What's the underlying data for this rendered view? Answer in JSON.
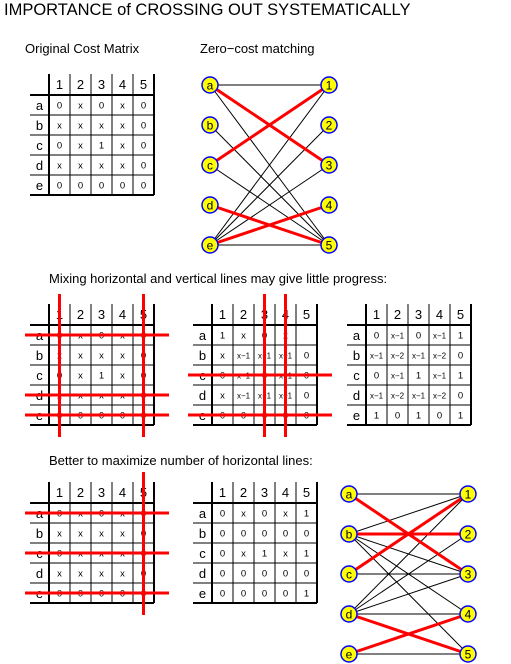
{
  "page": {
    "title": "IMPORTANCE of CROSSING OUT SYSTEMATICALLY",
    "label_original": "Original Cost Matrix",
    "label_zero_matching": "Zero−cost matching",
    "label_mixing": "Mixing horizontal and vertical lines may give little progress:",
    "label_better": "Better to maximize number of horizontal lines:"
  },
  "colors": {
    "ink": "#000000",
    "cross_line": "#ff0000",
    "node_fill": "#ffff00",
    "node_stroke": "#0000ff",
    "background": "#ffffff"
  },
  "col_headers": [
    "1",
    "2",
    "3",
    "4",
    "5"
  ],
  "row_headers": [
    "a",
    "b",
    "c",
    "d",
    "e"
  ],
  "matrices": [
    {
      "id": "original",
      "cells": [
        [
          "0",
          "x",
          "0",
          "x",
          "0"
        ],
        [
          "x",
          "x",
          "x",
          "x",
          "0"
        ],
        [
          "0",
          "x",
          "1",
          "x",
          "0"
        ],
        [
          "x",
          "x",
          "x",
          "x",
          "0"
        ],
        [
          "0",
          "0",
          "0",
          "0",
          "0"
        ]
      ],
      "cross_rows": [],
      "cross_cols": []
    },
    {
      "id": "mixed-1",
      "cells": [
        [
          "0",
          "x",
          "0",
          "x",
          "0"
        ],
        [
          "x",
          "x",
          "x",
          "x",
          "0"
        ],
        [
          "0",
          "x",
          "1",
          "x",
          "0"
        ],
        [
          "x",
          "x",
          "x",
          "x",
          "0"
        ],
        [
          "0",
          "0",
          "0",
          "0",
          "0"
        ]
      ],
      "cross_rows": [
        0,
        3,
        4
      ],
      "cross_cols": [
        0,
        4
      ]
    },
    {
      "id": "mixed-2",
      "cells": [
        [
          "1",
          "x",
          "0",
          "x",
          ""
        ],
        [
          "x",
          "x−1",
          "x−1",
          "x−1",
          "0"
        ],
        [
          "0",
          "x−1",
          "0",
          "x−1",
          "0"
        ],
        [
          "x",
          "x−1",
          "x−1",
          "x−1",
          "0"
        ],
        [
          "0",
          "0",
          "0",
          "0",
          "0"
        ]
      ],
      "cross_rows": [
        2,
        4
      ],
      "cross_cols": [
        2,
        3
      ]
    },
    {
      "id": "mixed-3",
      "cells": [
        [
          "0",
          "x−1",
          "0",
          "x−1",
          "1"
        ],
        [
          "x−1",
          "x−2",
          "x−1",
          "x−2",
          "0"
        ],
        [
          "0",
          "x−1",
          "1",
          "x−1",
          "1"
        ],
        [
          "x−1",
          "x−2",
          "x−1",
          "x−2",
          "0"
        ],
        [
          "1",
          "0",
          "1",
          "0",
          "1"
        ]
      ],
      "cross_rows": [],
      "cross_cols": []
    },
    {
      "id": "better-1",
      "cells": [
        [
          "0",
          "x",
          "0",
          "x",
          "0"
        ],
        [
          "x",
          "x",
          "x",
          "x",
          "0"
        ],
        [
          "0",
          "x",
          "x",
          "x",
          "0"
        ],
        [
          "x",
          "x",
          "x",
          "x",
          "0"
        ],
        [
          "0",
          "0",
          "0",
          "0",
          "0"
        ]
      ],
      "cross_rows": [
        0,
        2,
        4
      ],
      "cross_cols": [
        4
      ]
    },
    {
      "id": "better-2",
      "cells": [
        [
          "0",
          "x",
          "0",
          "x",
          "1"
        ],
        [
          "0",
          "0",
          "0",
          "0",
          "0"
        ],
        [
          "0",
          "x",
          "1",
          "x",
          "1"
        ],
        [
          "0",
          "0",
          "0",
          "0",
          "0"
        ],
        [
          "0",
          "0",
          "0",
          "0",
          "1"
        ]
      ],
      "cross_rows": [],
      "cross_cols": []
    }
  ],
  "graphs": [
    {
      "id": "zero-cost-matching",
      "left_nodes": [
        "a",
        "b",
        "c",
        "d",
        "e"
      ],
      "right_nodes": [
        "1",
        "2",
        "3",
        "4",
        "5"
      ],
      "edges": [
        [
          "a",
          "1"
        ],
        [
          "a",
          "3"
        ],
        [
          "a",
          "5"
        ],
        [
          "b",
          "5"
        ],
        [
          "c",
          "1"
        ],
        [
          "c",
          "5"
        ],
        [
          "d",
          "5"
        ],
        [
          "e",
          "1"
        ],
        [
          "e",
          "2"
        ],
        [
          "e",
          "3"
        ],
        [
          "e",
          "4"
        ],
        [
          "e",
          "5"
        ]
      ],
      "highlighted": [
        [
          "a",
          "3"
        ],
        [
          "c",
          "1"
        ],
        [
          "d",
          "5"
        ],
        [
          "e",
          "4"
        ]
      ]
    },
    {
      "id": "improved-matching",
      "left_nodes": [
        "a",
        "b",
        "c",
        "d",
        "e"
      ],
      "right_nodes": [
        "1",
        "2",
        "3",
        "4",
        "5"
      ],
      "edges": [
        [
          "a",
          "1"
        ],
        [
          "a",
          "3"
        ],
        [
          "b",
          "1"
        ],
        [
          "b",
          "2"
        ],
        [
          "b",
          "3"
        ],
        [
          "b",
          "4"
        ],
        [
          "b",
          "5"
        ],
        [
          "c",
          "1"
        ],
        [
          "c",
          "3"
        ],
        [
          "d",
          "1"
        ],
        [
          "d",
          "2"
        ],
        [
          "d",
          "3"
        ],
        [
          "d",
          "4"
        ],
        [
          "d",
          "5"
        ],
        [
          "e",
          "5"
        ]
      ],
      "highlighted": [
        [
          "a",
          "3"
        ],
        [
          "b",
          "2"
        ],
        [
          "c",
          "1"
        ],
        [
          "d",
          "5"
        ],
        [
          "e",
          "4"
        ]
      ]
    }
  ]
}
